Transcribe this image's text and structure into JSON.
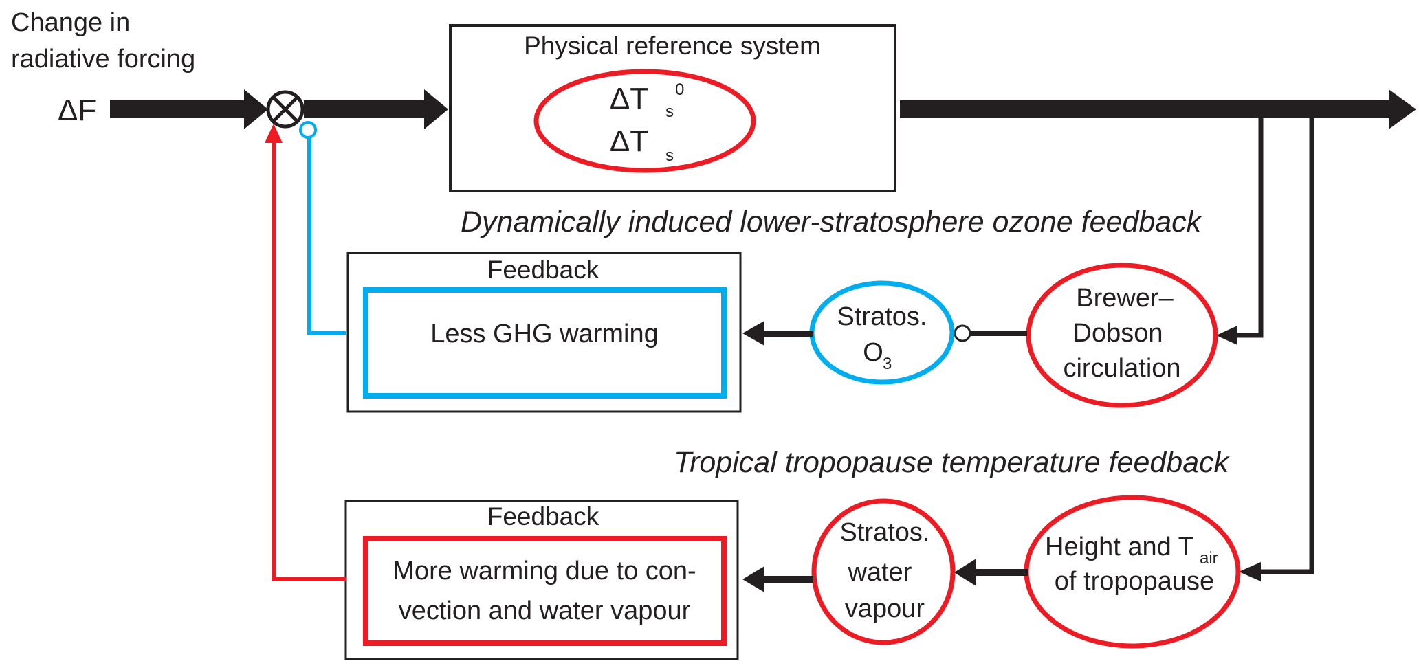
{
  "input": {
    "caption_line1": "Change in",
    "caption_line2": "radiative forcing",
    "symbol": "ΔF"
  },
  "reference_system": {
    "title": "Physical reference system",
    "var1_main": "ΔT",
    "var1_sub": "s",
    "var1_sup": "0",
    "var2_main": "ΔT",
    "var2_sub": "s"
  },
  "ozone_loop": {
    "label": "Dynamically induced lower-stratosphere ozone feedback",
    "feedback_title": "Feedback",
    "feedback_text": "Less GHG warming",
    "node_ozone_line1": "Stratos.",
    "node_ozone_line2_main": "O",
    "node_ozone_line2_sub": "3",
    "node_bd_line1": "Brewer–",
    "node_bd_line2": "Dobson",
    "node_bd_line3": "circulation"
  },
  "tropopause_loop": {
    "label": "Tropical tropopause temperature feedback",
    "feedback_title": "Feedback",
    "feedback_text_line1": "More warming due to con-",
    "feedback_text_line2": "vection and water vapour",
    "node_wv_line1": "Stratos.",
    "node_wv_line2": "water",
    "node_wv_line3": "vapour",
    "node_tp_line1_main": "Height and T",
    "node_tp_line1_sub": "air",
    "node_tp_line2": "of tropopause"
  },
  "colors": {
    "positive": "#ed1c24",
    "negative": "#00aeef",
    "neutral": "#231f20"
  }
}
